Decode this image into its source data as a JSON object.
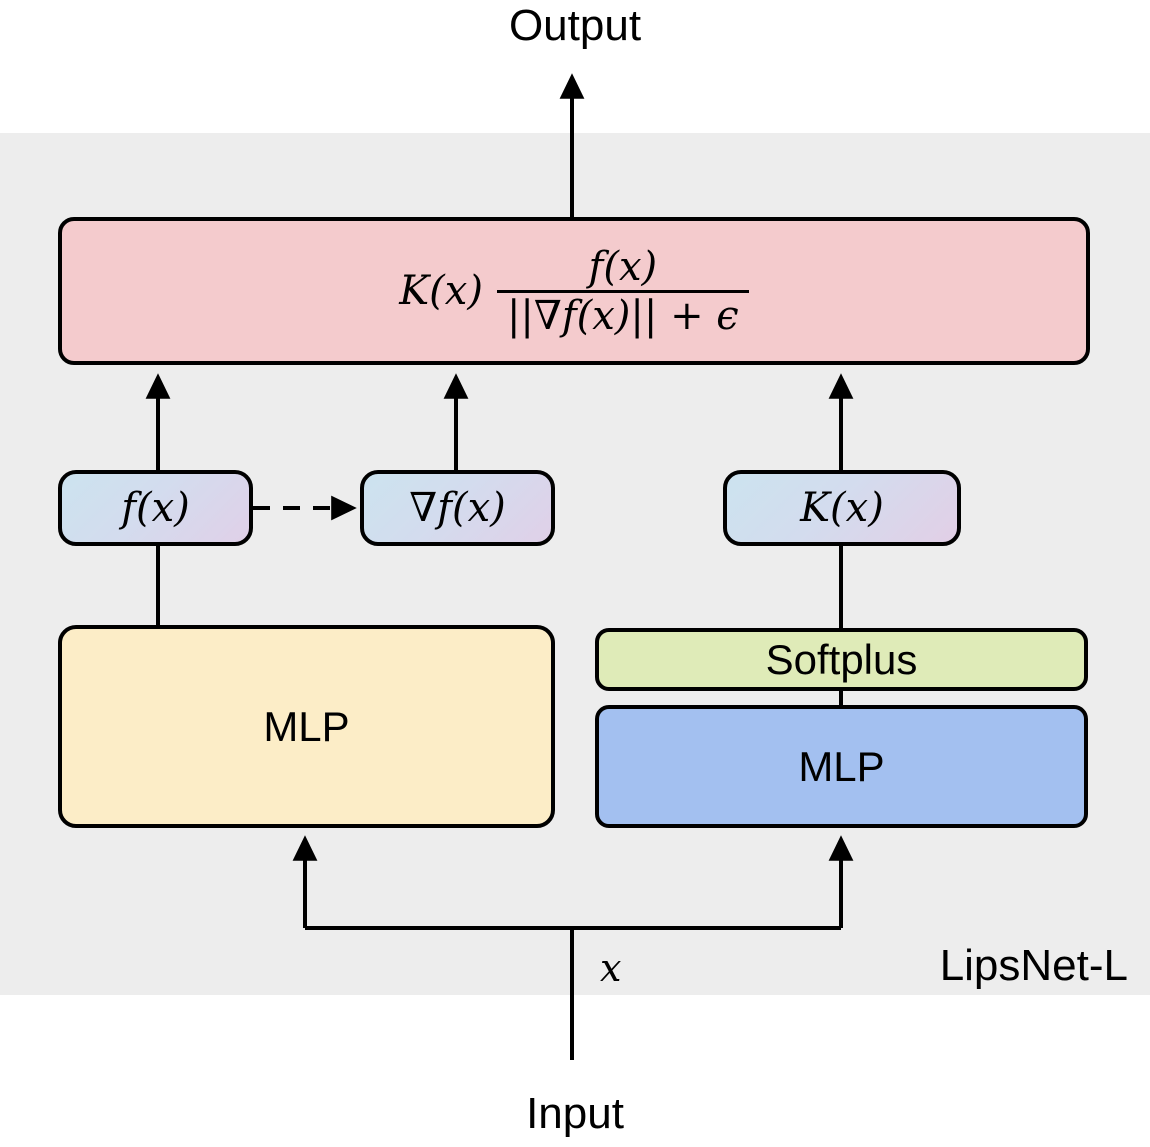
{
  "diagram": {
    "title_label": "LipsNet-L",
    "background_color": "#ededed",
    "page_background": "#ffffff",
    "output_label": "Output",
    "input_label": "Input",
    "signal_label": "x"
  },
  "formula_box": {
    "color": "#f4cbcd",
    "lead": "K(x)",
    "numerator": "f(x)",
    "denominator": "||∇f(x)|| + ϵ",
    "full_text": "K(x) f(x) / (||∇f(x)|| + ϵ)"
  },
  "nodes": [
    {
      "id": "fx",
      "label": "f(x)",
      "color": "#d3dcee"
    },
    {
      "id": "gradfx",
      "label": "∇f(x)",
      "color": "#d3dcee"
    },
    {
      "id": "kx",
      "label": "K(x)",
      "color": "#d3dcee"
    },
    {
      "id": "mlp_left",
      "label": "MLP",
      "color": "#fcedc7"
    },
    {
      "id": "softplus",
      "label": "Softplus",
      "color": "#dfebb8"
    },
    {
      "id": "mlp_right",
      "label": "MLP",
      "color": "#a3c0f0"
    }
  ],
  "edges": [
    {
      "from": "input",
      "to": "mlp_left",
      "style": "solid",
      "arrow": true
    },
    {
      "from": "input",
      "to": "mlp_right",
      "style": "solid",
      "arrow": true
    },
    {
      "from": "mlp_left",
      "to": "fx",
      "style": "solid",
      "arrow": false
    },
    {
      "from": "fx",
      "to": "gradfx",
      "style": "dashed",
      "arrow": true
    },
    {
      "from": "mlp_right",
      "to": "softplus",
      "style": "solid",
      "arrow": false
    },
    {
      "from": "softplus",
      "to": "kx",
      "style": "solid",
      "arrow": false
    },
    {
      "from": "fx",
      "to": "formula",
      "style": "solid",
      "arrow": true
    },
    {
      "from": "gradfx",
      "to": "formula",
      "style": "solid",
      "arrow": true
    },
    {
      "from": "kx",
      "to": "formula",
      "style": "solid",
      "arrow": true
    },
    {
      "from": "formula",
      "to": "output",
      "style": "solid",
      "arrow": true
    }
  ]
}
